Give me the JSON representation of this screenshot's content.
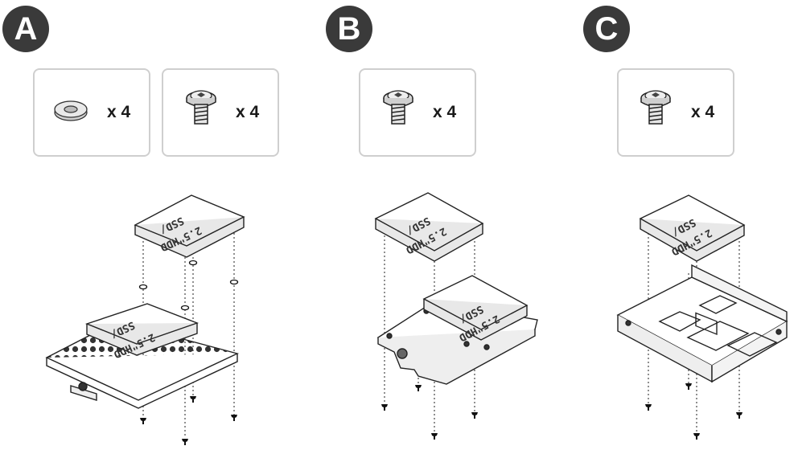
{
  "panels": [
    {
      "badge": "A",
      "parts": [
        {
          "icon": "washer-icon",
          "qty": "x 4"
        },
        {
          "icon": "screw-icon",
          "qty": "x 4"
        }
      ],
      "drive_label": [
        "SSD/",
        "2.5\"HDD"
      ]
    },
    {
      "badge": "B",
      "parts": [
        {
          "icon": "screw-icon",
          "qty": "x 4"
        }
      ],
      "drive_label": [
        "SSD/",
        "2.5\"HDD"
      ]
    },
    {
      "badge": "C",
      "parts": [
        {
          "icon": "screw-icon",
          "qty": "x 4"
        }
      ],
      "drive_label": [
        "SSD/",
        "2.5\"HDD"
      ]
    }
  ]
}
